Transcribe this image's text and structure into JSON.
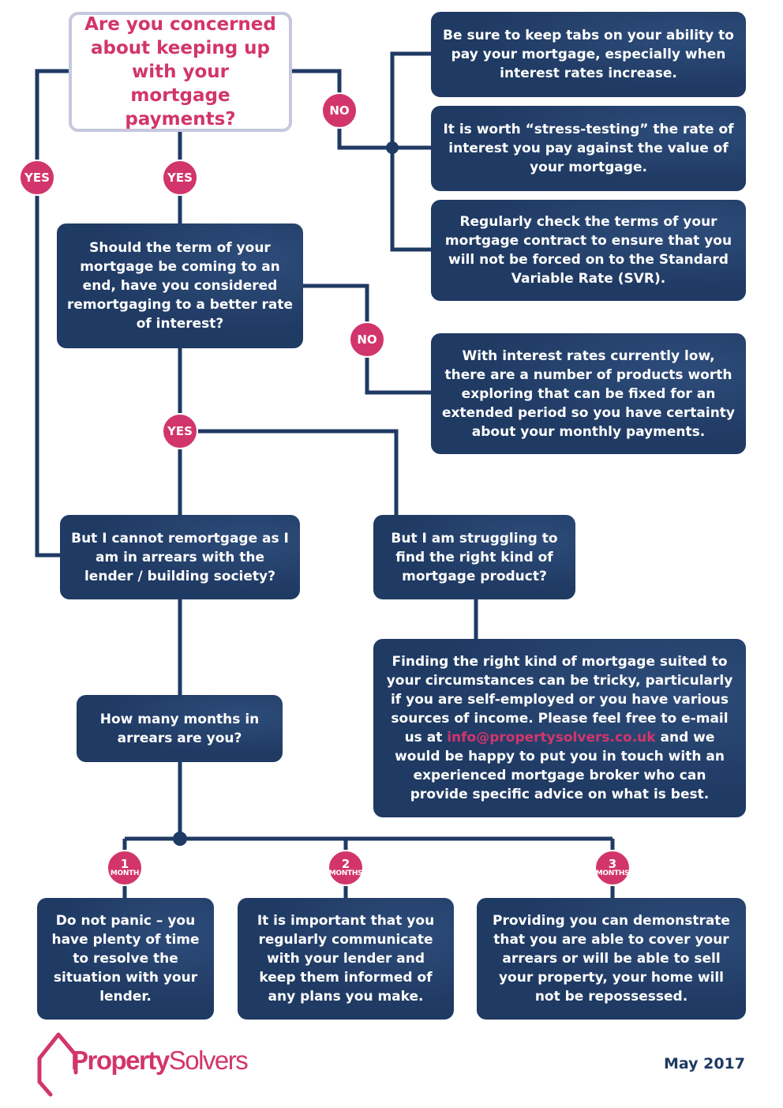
{
  "question_start": "Are you concerned about keeping up with your mortgage payments?",
  "tips": {
    "tabs": "Be sure to keep tabs on your ability to pay your mortgage, especially when interest rates increase.",
    "stress_test": "It is worth “stress-testing” the rate of interest you pay against the value of your mortgage.",
    "check_terms": "Regularly check the terms of your mortgage contract to ensure that you will not be forced on to the Standard Variable Rate (SVR).",
    "fixed_products": "With interest rates currently low, there are a number of products worth exploring that can be fixed for an extended period so you have certainty about your monthly payments."
  },
  "question_remortgage": "Should the term of your mortgage be coming to an end, have you considered remortgaging to a better rate of interest?",
  "arrears_question": "But I cannot remortgage as I am in arrears with the lender / building society?",
  "struggling_question": "But I am struggling to find the right kind of mortgage product?",
  "advice": {
    "part1": "Finding the right kind of mortgage suited to your circumstances can be tricky, particularly if you are self-employed or you have various sources of income.  Please feel free to e-mail us at ",
    "email": "info@propertysolvers.co.uk",
    "part2": " and we would be happy to put you in touch with an experienced mortgage broker who can provide specific advice on what is best."
  },
  "months_question": "How many months in arrears are you?",
  "outcomes": {
    "one": "Do not panic – you have plenty of time to resolve the situation with your lender.",
    "two": "It is important that you regularly communicate with your lender and keep them informed of any plans you make.",
    "three": "Providing you can demonstrate that you are able to cover your arrears or will be able to sell your property, your home will not be repossessed."
  },
  "labels": {
    "yes": "YES",
    "no": "NO",
    "month": "MONTH",
    "months": "MONTHS",
    "n1": "1",
    "n2": "2",
    "n3": "3"
  },
  "brand": {
    "part1": "Property",
    "part2": "Solvers"
  },
  "date": "May 2017",
  "colors": {
    "navy": "#1f3a63",
    "pink": "#d2356b",
    "border": "#c5c8de"
  }
}
